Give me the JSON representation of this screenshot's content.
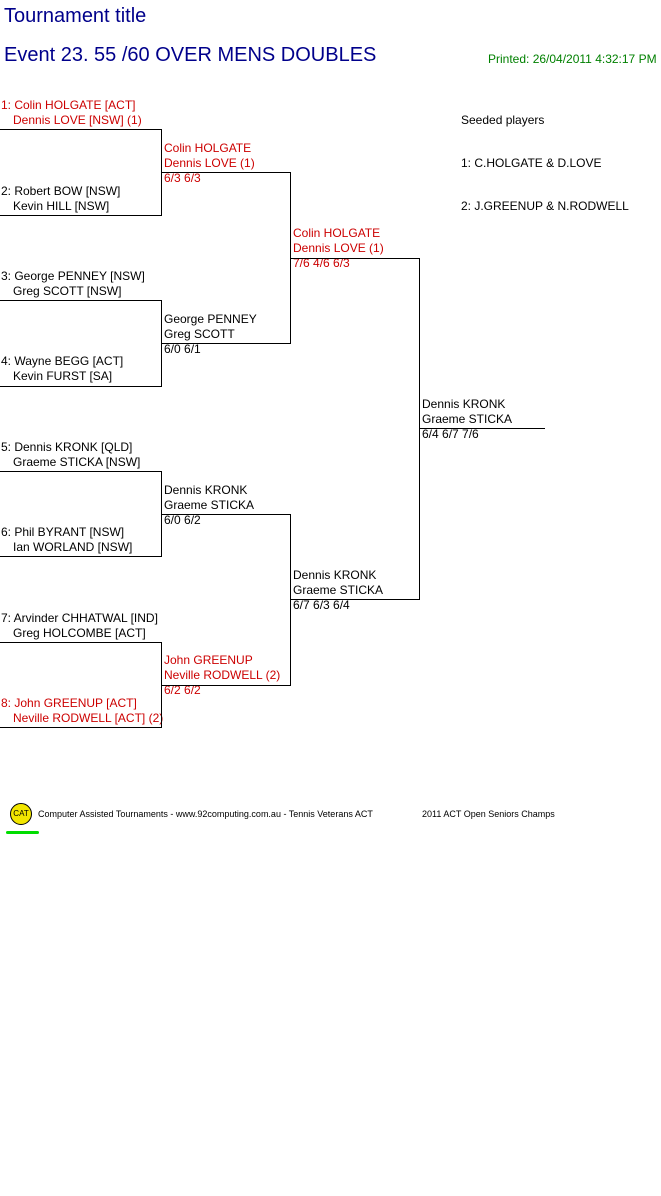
{
  "header": {
    "tournament_title": "Tournament title",
    "event_title": "Event 23. 55 /60 OVER MENS DOUBLES",
    "printed": "Printed: 26/04/2011 4:32:17 PM"
  },
  "draw": {
    "round1": [
      {
        "p1": "1: Colin HOLGATE [ACT]",
        "p2": "Dennis LOVE [NSW] (1)",
        "seeded": true
      },
      {
        "p1": "2: Robert BOW [NSW]",
        "p2": "Kevin HILL [NSW]",
        "seeded": false
      },
      {
        "p1": "3: George PENNEY [NSW]",
        "p2": "Greg SCOTT [NSW]",
        "seeded": false
      },
      {
        "p1": "4: Wayne BEGG [ACT]",
        "p2": "Kevin FURST [SA]",
        "seeded": false
      },
      {
        "p1": "5: Dennis KRONK [QLD]",
        "p2": "Graeme STICKA [NSW]",
        "seeded": false
      },
      {
        "p1": "6: Phil BYRANT [NSW]",
        "p2": "Ian WORLAND [NSW]",
        "seeded": false
      },
      {
        "p1": "7: Arvinder CHHATWAL [IND]",
        "p2": "Greg HOLCOMBE [ACT]",
        "seeded": false
      },
      {
        "p1": "8: John GREENUP [ACT]",
        "p2": "Neville RODWELL [ACT] (2)",
        "seeded": true
      }
    ],
    "round2": [
      {
        "p1": "Colin HOLGATE",
        "p2": "Dennis LOVE (1)",
        "score": "6/3 6/3",
        "seeded": true
      },
      {
        "p1": "George PENNEY",
        "p2": "Greg SCOTT",
        "score": "6/0 6/1",
        "seeded": false
      },
      {
        "p1": "Dennis KRONK",
        "p2": "Graeme STICKA",
        "score": "6/0 6/2",
        "seeded": false
      },
      {
        "p1": "John GREENUP",
        "p2": "Neville RODWELL (2)",
        "score": "6/2 6/2",
        "seeded": true
      }
    ],
    "semis": [
      {
        "p1": "Colin HOLGATE",
        "p2": "Dennis LOVE (1)",
        "score": "7/6 4/6 6/3",
        "seeded": true
      },
      {
        "p1": "Dennis KRONK",
        "p2": "Graeme STICKA",
        "score": "6/7 6/3 6/4",
        "seeded": false
      }
    ],
    "winner": {
      "p1": "Dennis KRONK",
      "p2": "Graeme STICKA",
      "score": "6/4 6/7 7/6"
    }
  },
  "seeds": {
    "title": "Seeded players",
    "items": [
      "1: C.HOLGATE & D.LOVE",
      "2: J.GREENUP & N.RODWELL"
    ]
  },
  "footer": {
    "logo": "CAT",
    "text": "Computer Assisted Tournaments - www.92computing.com.au  -  Tennis Veterans ACT",
    "event": "2011 ACT Open Seniors Champs"
  },
  "colors": {
    "title": "#00008b",
    "seeded": "#cc0000",
    "printed": "#008000",
    "logo": "#f2e600",
    "underline": "#00dd00"
  }
}
